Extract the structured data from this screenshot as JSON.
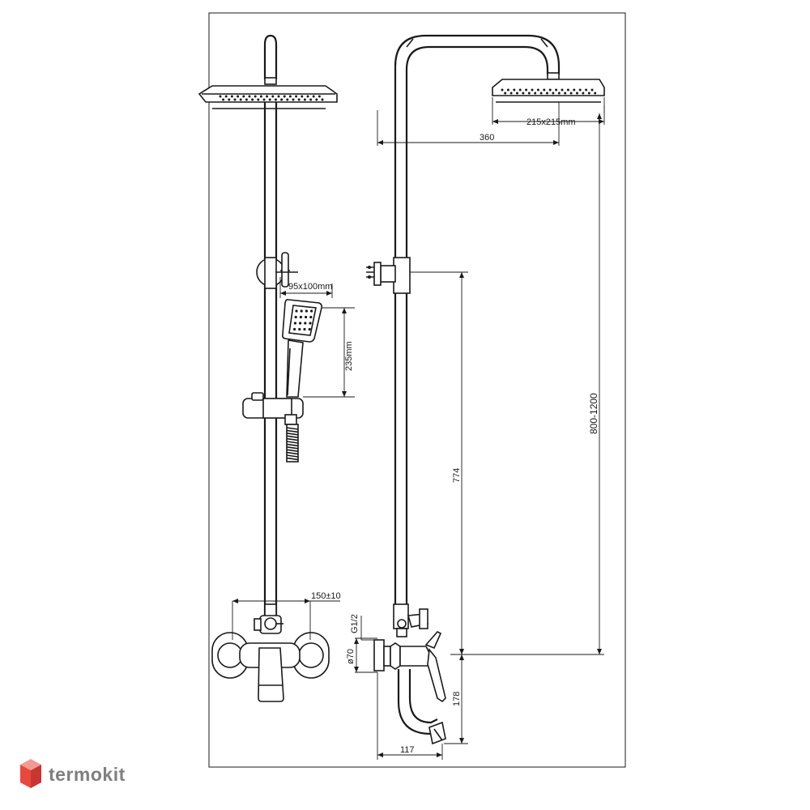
{
  "dimensions": {
    "overhead_shower_size": "215x215mm",
    "arm_reach": "360",
    "hand_shower_size": "95x100mm",
    "hand_shower_length": "235mm",
    "mixer_spacing": "150±10",
    "connection_thread": "G1/2",
    "escutcheon_diameter": "ø70",
    "bracket_to_mixer_height": "774",
    "total_height_range": "800-1200",
    "spout_drop": "178",
    "spout_reach": "117"
  },
  "brand": {
    "name": "termokit",
    "color": "#7f7f7f",
    "logo_colors": [
      "#e8483f",
      "#f29a94",
      "#c93530"
    ]
  }
}
